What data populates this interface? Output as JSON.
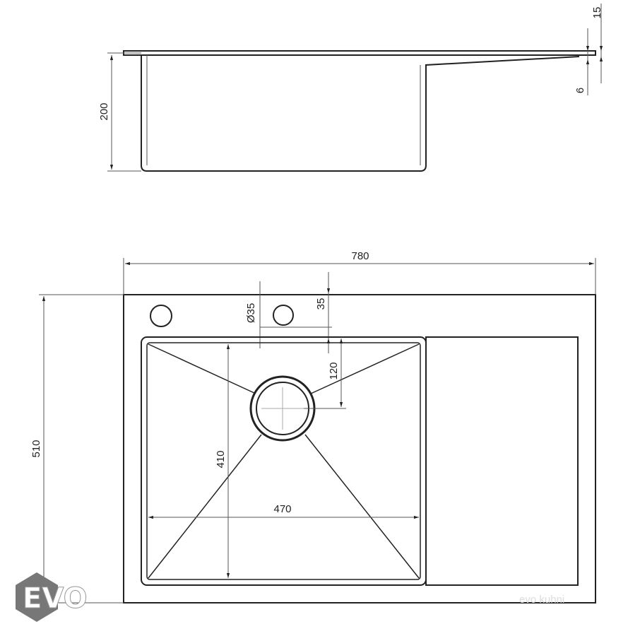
{
  "title": "Sink technical drawing",
  "side_view": {
    "dims": {
      "depth": "200",
      "plate_thickness": "15",
      "drainboard_step": "6"
    }
  },
  "top_view": {
    "dims": {
      "overall_width": "780",
      "overall_depth": "510",
      "hole_diameter": "Ø35",
      "hole_offset": "35",
      "drain_offset": "120",
      "bowl_depth": "410",
      "bowl_width": "470"
    }
  },
  "logo": {
    "text": "EVO"
  },
  "watermark": "evo kuhni",
  "colors": {
    "line": "#222222",
    "dim": "#555555",
    "logo": "#777777"
  }
}
